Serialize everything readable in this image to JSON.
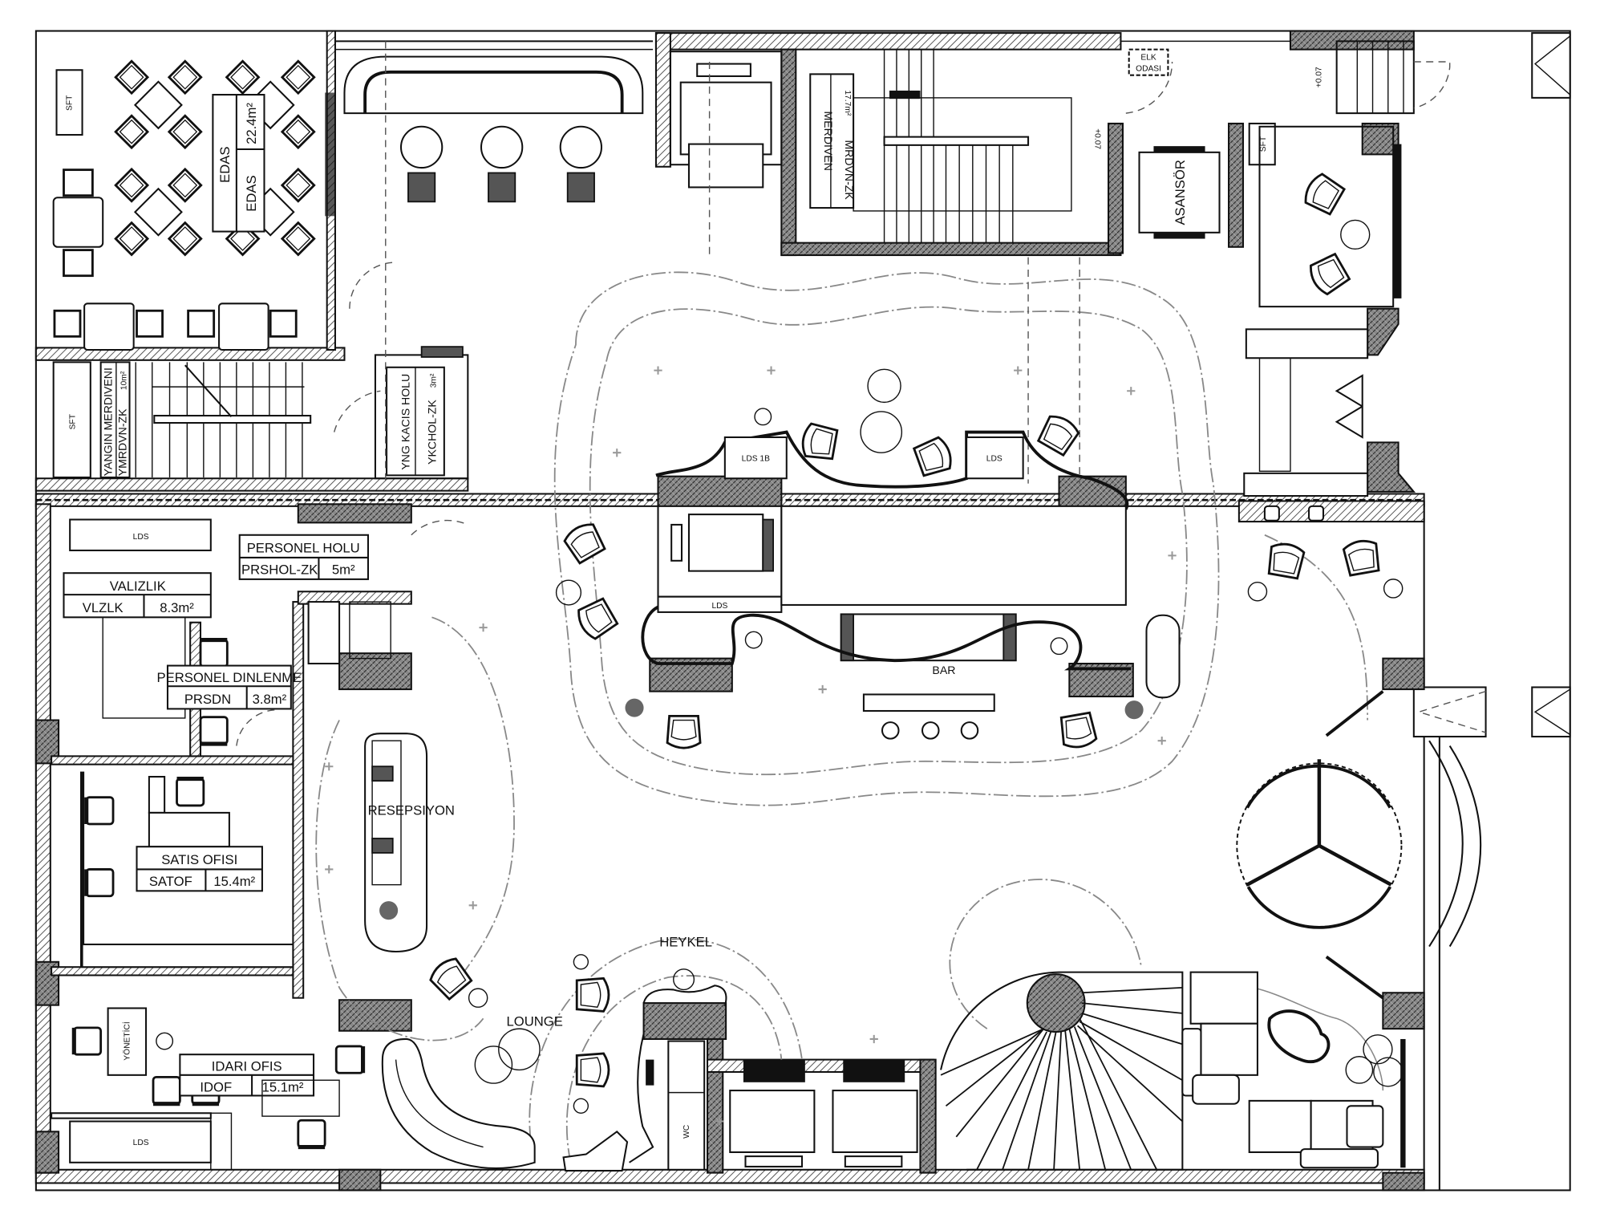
{
  "plan": {
    "cafe": {
      "sft": "SFT",
      "name_a": "EDAS",
      "name_b": "EDAS",
      "area": "22.4m²"
    },
    "fire_stair": {
      "sft": "SFT",
      "name": "YANGIN MERDIVENI",
      "code": "YMRDVN-ZK",
      "area": "10m²"
    },
    "escape_hall": {
      "name": "YNG KACIS HOLU",
      "code": "YKCHOL-ZK",
      "area": "3m²"
    },
    "main_stair": {
      "name": "MERDIVEN",
      "code": "MRDVN-ZK",
      "area": "17.7m²",
      "level": "+0.07"
    },
    "elevator": {
      "name": "ASANSÖR",
      "sft": "SFT",
      "level": "+0.07"
    },
    "electrical": {
      "name_a": "ELK",
      "name_b": "ODASI"
    },
    "bar": {
      "label": "BAR",
      "cabinet": "LDS",
      "bar_top_a": "LDS 1B",
      "bar_top_b": "LDS"
    },
    "staff_hall": {
      "name": "PERSONEL HOLU",
      "code": "PRSHOL-ZK",
      "area": "5m²"
    },
    "luggage": {
      "name": "VALIZLIK",
      "code": "VLZLK",
      "area": "8.3m²",
      "cabinet": "LDS"
    },
    "staff_rest": {
      "name": "PERSONEL DINLENME",
      "code": "PRSDN",
      "area": "3.8m²"
    },
    "sales_office": {
      "name": "SATIS OFISI",
      "code": "SATOF",
      "area": "15.4m²"
    },
    "admin_office": {
      "name": "IDARI OFIS",
      "code": "IDOF",
      "area": "15.1m²",
      "desk": "YÖNETİCİ",
      "cabinet": "LDS"
    },
    "reception": {
      "name": "RESEPSIYON"
    },
    "lounge": {
      "name": "LOUNGE"
    },
    "sculpture": {
      "name": "HEYKEL"
    },
    "wc": {
      "name": "WC"
    }
  }
}
